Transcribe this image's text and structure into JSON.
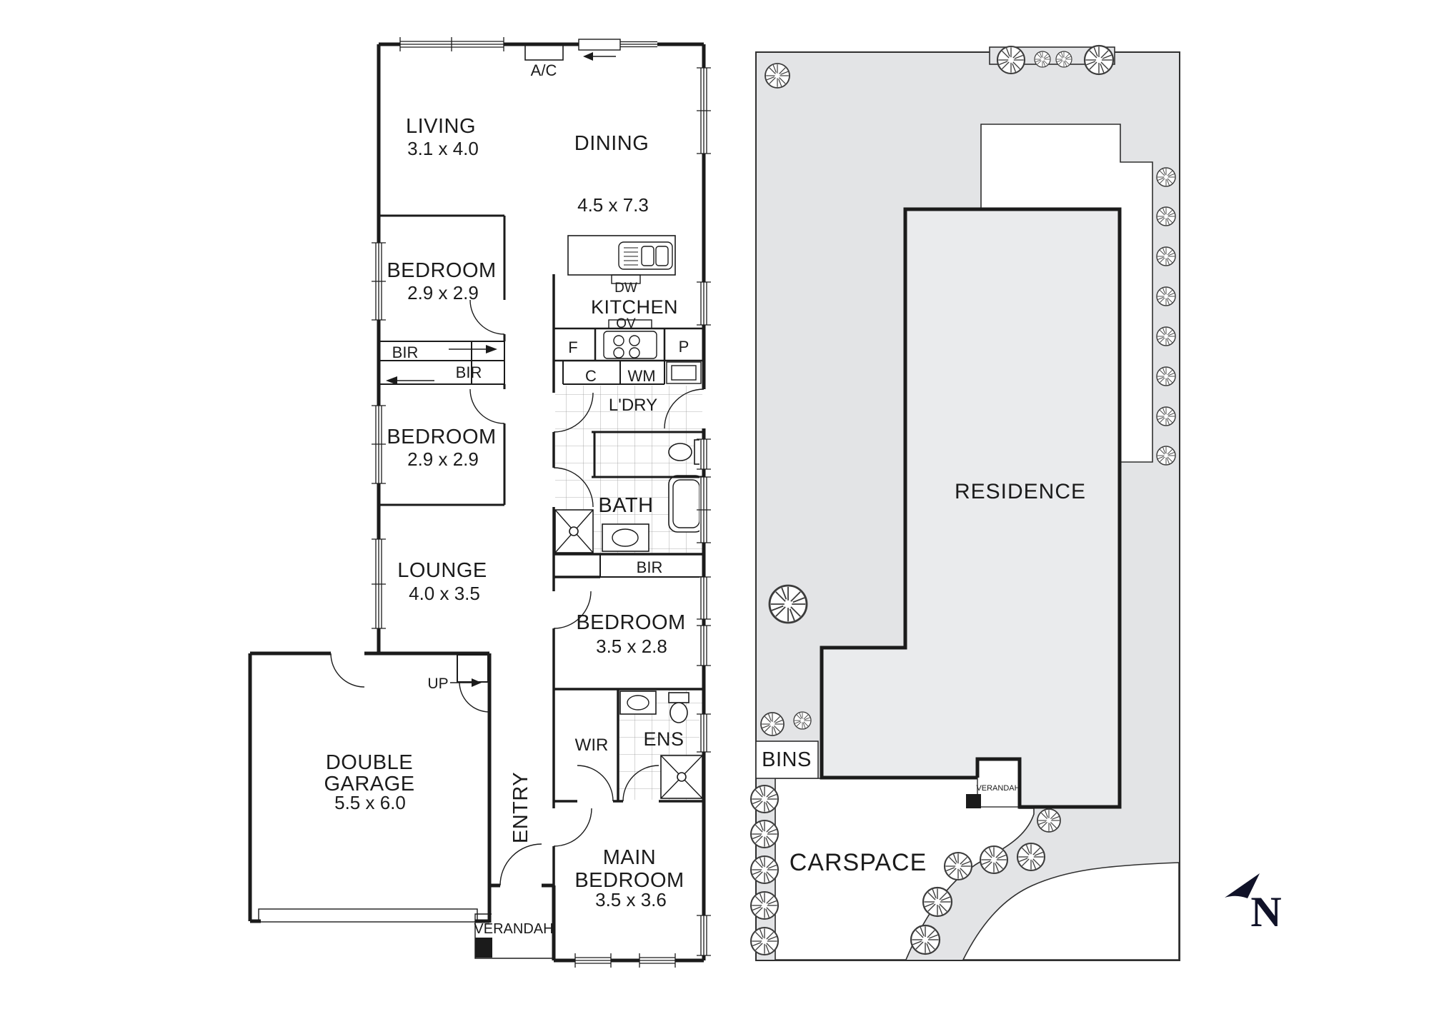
{
  "floorplan": {
    "living": {
      "name": "LIVING",
      "dims": "3.1 x 4.0"
    },
    "dining": {
      "name": "DINING",
      "dims": "4.5 x 7.3"
    },
    "bedroom1": {
      "name": "BEDROOM",
      "dims": "2.9 x 2.9"
    },
    "bedroom2": {
      "name": "BEDROOM",
      "dims": "2.9 x 2.9"
    },
    "bedroom3": {
      "name": "BEDROOM",
      "dims": "3.5 x 2.8"
    },
    "lounge": {
      "name": "LOUNGE",
      "dims": "4.0 x 3.5"
    },
    "garage": {
      "line1": "DOUBLE",
      "line2": "GARAGE",
      "dims": "5.5 x 6.0"
    },
    "main_bedroom": {
      "line1": "MAIN",
      "line2": "BEDROOM",
      "dims": "3.5 x 3.6"
    },
    "kitchen": "KITCHEN",
    "bath": "BATH",
    "laundry": "L'DRY",
    "entry": "ENTRY",
    "wir": "WIR",
    "ens": "ENS",
    "verandah": "VERANDAH",
    "ac": "A/C",
    "dishwasher": "DW",
    "oven": "OV",
    "fridge": "F",
    "pantry": "P",
    "cupboard": "C",
    "washing_machine": "WM",
    "up": "UP",
    "bir1": "BIR",
    "bir2": "BIR",
    "bir3": "BIR"
  },
  "siteplan": {
    "residence": "RESIDENCE",
    "bins": "BINS",
    "carspace": "CARSPACE",
    "verandah": "VERANDAH"
  },
  "compass": {
    "north": "N"
  },
  "colors": {
    "lot": "#e3e4e6",
    "residence": "#eaebed",
    "wall": "#1b1b1b",
    "north_arrow": "#101228"
  }
}
